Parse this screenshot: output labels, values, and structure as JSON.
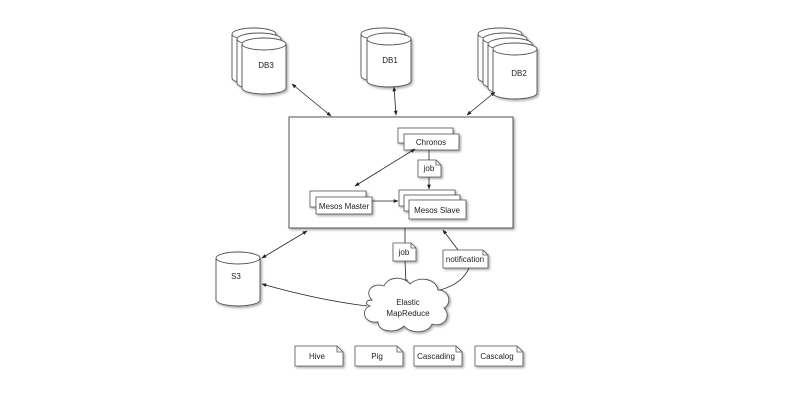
{
  "diagram": {
    "databases": {
      "db3": {
        "label": "DB3",
        "stack": 3
      },
      "db1": {
        "label": "DB1",
        "stack": 2
      },
      "db2": {
        "label": "DB2",
        "stack": 4
      },
      "s3": {
        "label": "S3",
        "stack": 1
      }
    },
    "cluster": {
      "chronos": {
        "label": "Chronos"
      },
      "mesos_master": {
        "label": "Mesos Master"
      },
      "mesos_slave": {
        "label": "Mesos Slave"
      },
      "job_note": {
        "label": "job"
      }
    },
    "notes": {
      "job": {
        "label": "job"
      },
      "notification": {
        "label": "notification"
      }
    },
    "emr": {
      "line1": "Elastic",
      "line2": "MapReduce"
    },
    "tools": [
      {
        "label": "Hive"
      },
      {
        "label": "Pig"
      },
      {
        "label": "Cascading"
      },
      {
        "label": "Cascalog"
      }
    ],
    "colors": {
      "stroke": "#555555",
      "fill": "#ffffff",
      "shadow": "#bbbbbb",
      "text": "#222222"
    }
  }
}
